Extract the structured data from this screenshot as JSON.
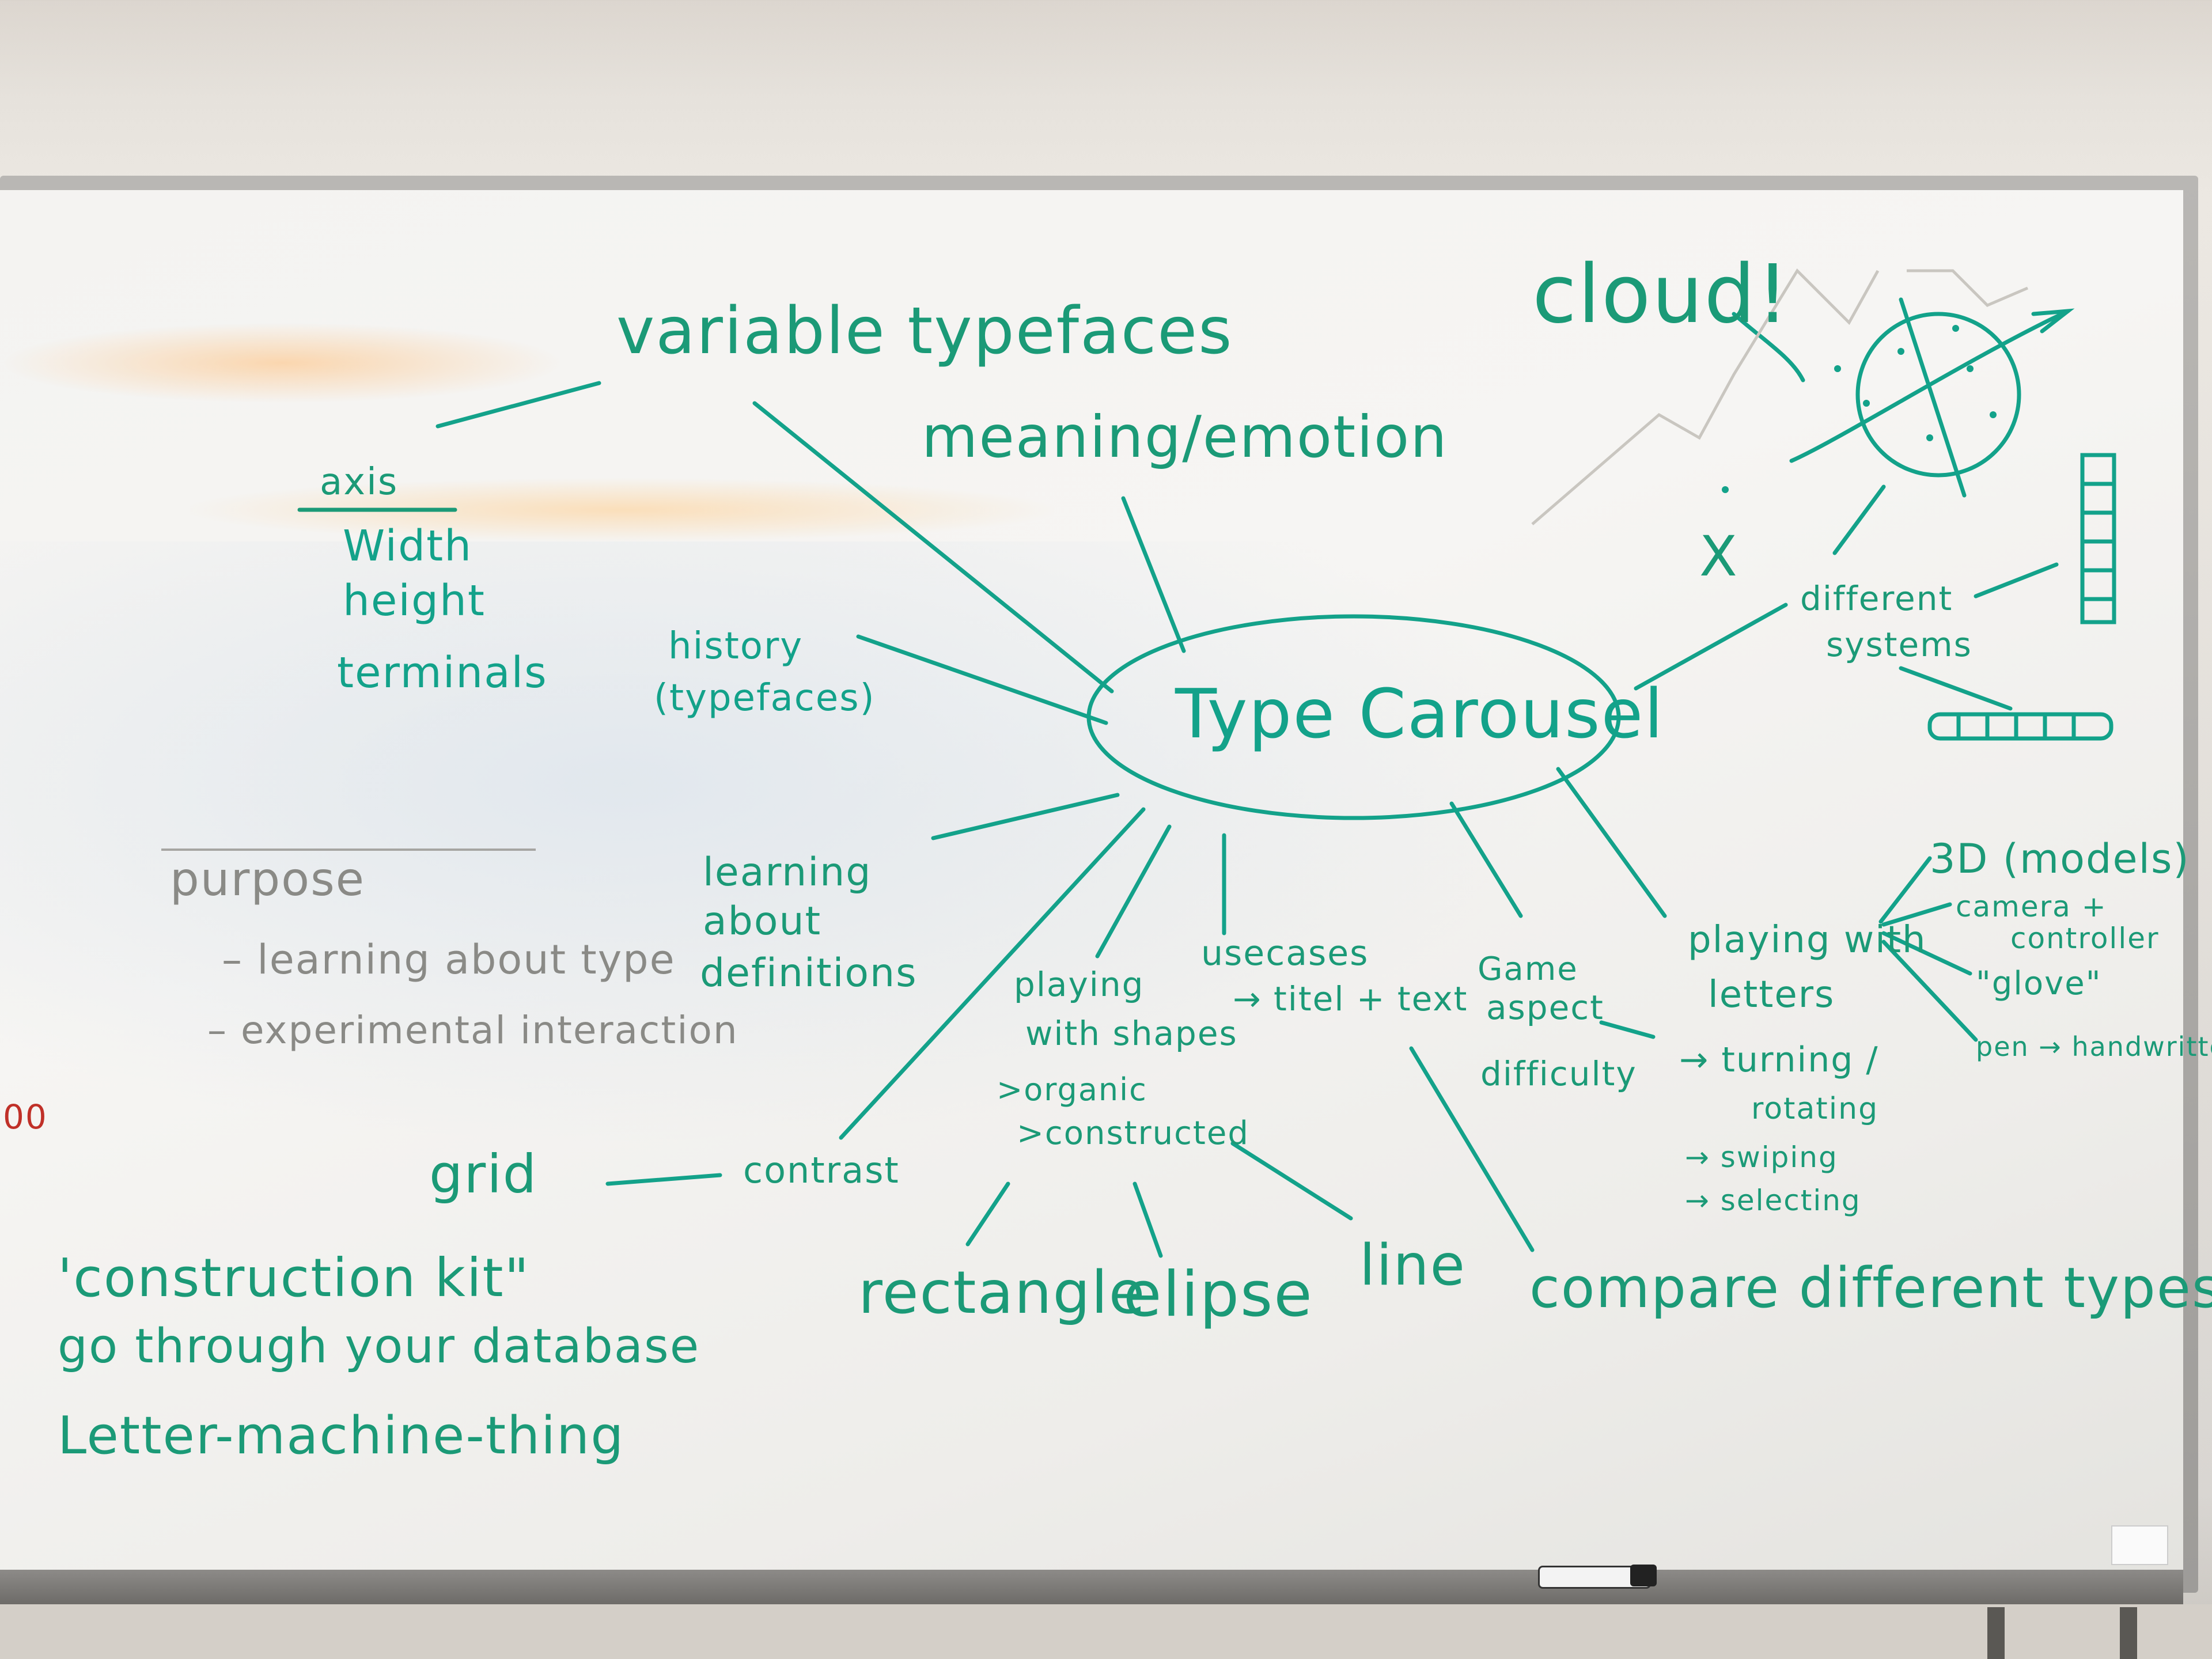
{
  "board": {
    "center": "Type Carousel",
    "variable_typefaces": "variable typefaces",
    "axis": "axis",
    "width": "Width",
    "height": "height",
    "terminals": "terminals",
    "meaning": "meaning/emotion",
    "history": "history",
    "history_sub": "(typefaces)",
    "learning1": "learning",
    "learning2": "about",
    "learning3": "definitions",
    "purpose": "purpose",
    "purpose_item1": "– learning about type",
    "purpose_item2": "– experimental interaction",
    "red_fragment": "00",
    "grid": "grid",
    "contrast": "contrast",
    "construction1": "'construction kit\"",
    "construction2": "go through your database",
    "construction3": "Letter-machine-thing",
    "shapes1": "playing",
    "shapes2": "with shapes",
    "organic": ">organic",
    "constructed": ">constructed",
    "rectangle": "rectangle",
    "ellipse": "elipse",
    "line": "line",
    "usecases": "usecases",
    "titel_text": "→ titel + text",
    "game1": "Game",
    "game2": "aspect",
    "difficulty": "difficulty",
    "letters1": "playing with",
    "letters2": "letters",
    "turning": "→ turning /",
    "rotating": "rotating",
    "swiping": "→ swiping",
    "selecting": "→ selecting",
    "models": "3D (models)",
    "camera": "camera +",
    "controller": "controller",
    "glove": "\"glove\"",
    "pen": "pen → handwritten",
    "compare": "compare different types",
    "cloud": "cloud!",
    "x_mark": "X",
    "systems1": "different",
    "systems2": "systems"
  },
  "colors": {
    "marker_green": "#1b9a77",
    "marker_teal": "#13a28a",
    "grey_marker": "#8a8a86",
    "red_marker": "#c03028"
  }
}
